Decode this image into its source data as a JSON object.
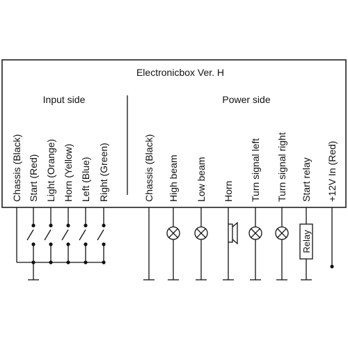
{
  "diagram": {
    "title": "Electronicbox Ver. H",
    "input_side": {
      "heading": "Input side",
      "terminals": [
        {
          "label": "Chassis (Black)",
          "element": "ground"
        },
        {
          "label": "Start (Red)",
          "element": "switch"
        },
        {
          "label": "Light (Orange)",
          "element": "switch"
        },
        {
          "label": "Horn (Yellow)",
          "element": "switch"
        },
        {
          "label": "Left (Blue)",
          "element": "switch"
        },
        {
          "label": "Right (Green)",
          "element": "switch"
        }
      ]
    },
    "power_side": {
      "heading": "Power side",
      "terminals": [
        {
          "label": "Chassis (Black)",
          "element": "ground"
        },
        {
          "label": "High beam",
          "element": "lamp"
        },
        {
          "label": "Low beam",
          "element": "lamp"
        },
        {
          "label": "Horn",
          "element": "horn"
        },
        {
          "label": "Turn signal left",
          "element": "lamp"
        },
        {
          "label": "Turn signal right",
          "element": "lamp"
        },
        {
          "label": "Start relay",
          "element": "relay",
          "relay_text": "Relay"
        },
        {
          "label": "+12V In (Red)",
          "element": "supply"
        }
      ]
    }
  }
}
